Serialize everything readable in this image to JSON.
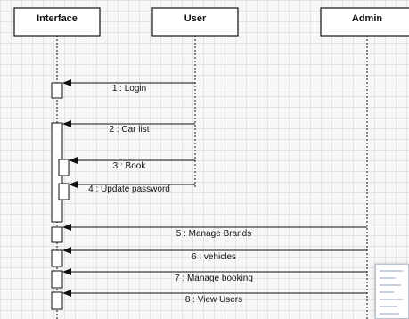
{
  "participants": [
    {
      "id": "interface",
      "label": "Interface"
    },
    {
      "id": "user",
      "label": "User"
    },
    {
      "id": "admin",
      "label": "Admin"
    }
  ],
  "messages": [
    {
      "label": "1 : Login",
      "from": "user",
      "to": "interface"
    },
    {
      "label": "2 : Car list",
      "from": "user",
      "to": "interface"
    },
    {
      "label": "3 : Book",
      "from": "user",
      "to": "interface"
    },
    {
      "label": "4 : Update password",
      "from": "user",
      "to": "interface"
    },
    {
      "label": "5 : Manage Brands",
      "from": "admin",
      "to": "interface"
    },
    {
      "label": "6 : vehicles",
      "from": "admin",
      "to": "interface"
    },
    {
      "label": "7 : Manage booking",
      "from": "admin",
      "to": "interface"
    },
    {
      "label": "8 : View Users",
      "from": "admin",
      "to": "interface"
    }
  ],
  "colors": {
    "line": "#111111",
    "grid": "#e3e3e3",
    "background": "#f7f7f7"
  }
}
